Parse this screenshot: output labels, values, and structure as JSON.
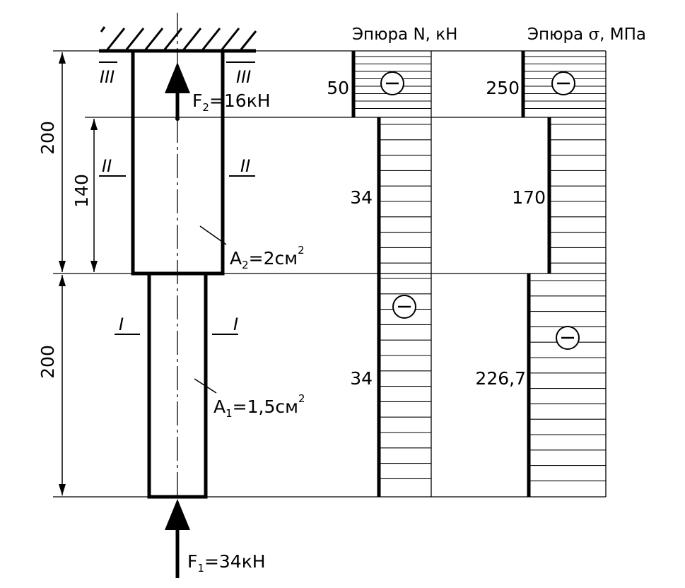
{
  "titles": {
    "n_diagram": "Эпюра N, кН",
    "sigma_diagram_prefix": "Эпюра ",
    "sigma_symbol": "σ",
    "sigma_diagram_unit": ", МПа"
  },
  "dimensions": {
    "upper_length": "200",
    "upper_inner": "140",
    "lower_length": "200"
  },
  "sections": {
    "s3": "III",
    "s2": "II",
    "s1": "I"
  },
  "loads": {
    "f2": {
      "symbol": "F",
      "sub": "2",
      "value": "=16кН"
    },
    "f1": {
      "symbol": "F",
      "sub": "1",
      "value": "=34кН"
    }
  },
  "areas": {
    "a2": {
      "symbol": "A",
      "sub": "2",
      "value": "=2см",
      "sup": "2"
    },
    "a1": {
      "symbol": "A",
      "sub": "1",
      "value": "=1,5см",
      "sup": "2"
    }
  },
  "n_values": {
    "v_top": "50",
    "v_mid": "34",
    "v_low": "34",
    "sign": "−"
  },
  "sigma_values": {
    "v_top": "250",
    "v_mid": "170",
    "v_low": "226,7",
    "sign": "−"
  }
}
